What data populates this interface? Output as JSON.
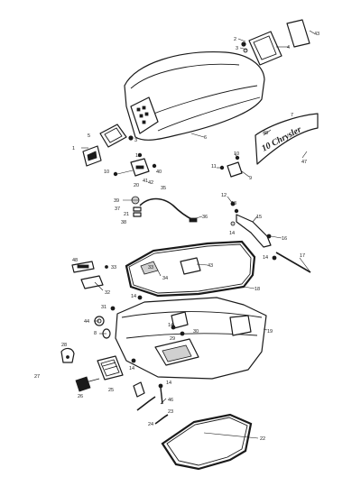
{
  "decal_brand_text": "10 Chrysler",
  "labels": {
    "p1": "1",
    "p2": "2",
    "p3": "3",
    "p4": "4",
    "p5": "5",
    "p6": "6",
    "p7": "7",
    "p8": "8",
    "p9": "9",
    "p10": "10",
    "p11": "11",
    "p12": "12",
    "p13": "13",
    "p14": "14",
    "p15": "15",
    "p16": "16",
    "p17": "17",
    "p18": "18",
    "p19": "19",
    "p20": "20",
    "p21": "21",
    "p22": "22",
    "p23": "23",
    "p24": "24",
    "p25": "25",
    "p26": "26",
    "p27": "27",
    "p28": "28",
    "p29": "29",
    "p30": "30",
    "p31": "31",
    "p32": "32",
    "p33": "33",
    "p34": "34",
    "p35": "35",
    "p36": "36",
    "p37": "37",
    "p38": "38",
    "p39": "39",
    "p40": "40",
    "p41": "41",
    "p42": "42",
    "p43": "43",
    "p44": "44",
    "p45": "45",
    "p46": "46",
    "p47": "47",
    "p48": "48"
  }
}
